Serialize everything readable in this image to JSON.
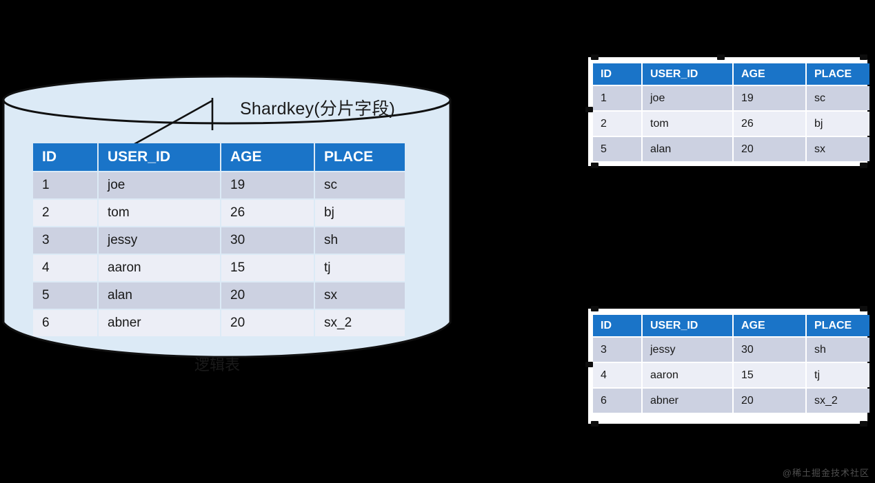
{
  "background_color": "#000000",
  "cylinder": {
    "fill_color": "#dceaf6",
    "stroke_color": "#101010",
    "shardkey_label": "Shardkey(分片字段)",
    "logical_table_label": "逻辑表"
  },
  "accent_colors": {
    "header_blue": "#1a74c8",
    "row_odd": "#ccd1e1",
    "row_even": "#eceef6",
    "frame_white": "#ffffff"
  },
  "logical_table": {
    "name": "logical-table",
    "columns": [
      "ID",
      "USER_ID",
      "AGE",
      "PLACE"
    ],
    "rows": [
      [
        "1",
        "joe",
        "19",
        "sc"
      ],
      [
        "2",
        "tom",
        "26",
        "bj"
      ],
      [
        "3",
        "jessy",
        "30",
        "sh"
      ],
      [
        "4",
        "aaron",
        "15",
        "tj"
      ],
      [
        "5",
        "alan",
        "20",
        "sx"
      ],
      [
        "6",
        "abner",
        "20",
        "sx_2"
      ]
    ]
  },
  "shard_tables": [
    {
      "name": "shard-table-top",
      "columns": [
        "ID",
        "USER_ID",
        "AGE",
        "PLACE"
      ],
      "rows": [
        [
          "1",
          "joe",
          "19",
          "sc"
        ],
        [
          "2",
          "tom",
          "26",
          "bj"
        ],
        [
          "5",
          "alan",
          "20",
          "sx"
        ]
      ]
    },
    {
      "name": "shard-table-bottom",
      "columns": [
        "ID",
        "USER_ID",
        "AGE",
        "PLACE"
      ],
      "rows": [
        [
          "3",
          "jessy",
          "30",
          "sh"
        ],
        [
          "4",
          "aaron",
          "15",
          "tj"
        ],
        [
          "6",
          "abner",
          "20",
          "sx_2"
        ]
      ]
    }
  ],
  "watermark": "@稀土掘金技术社区"
}
